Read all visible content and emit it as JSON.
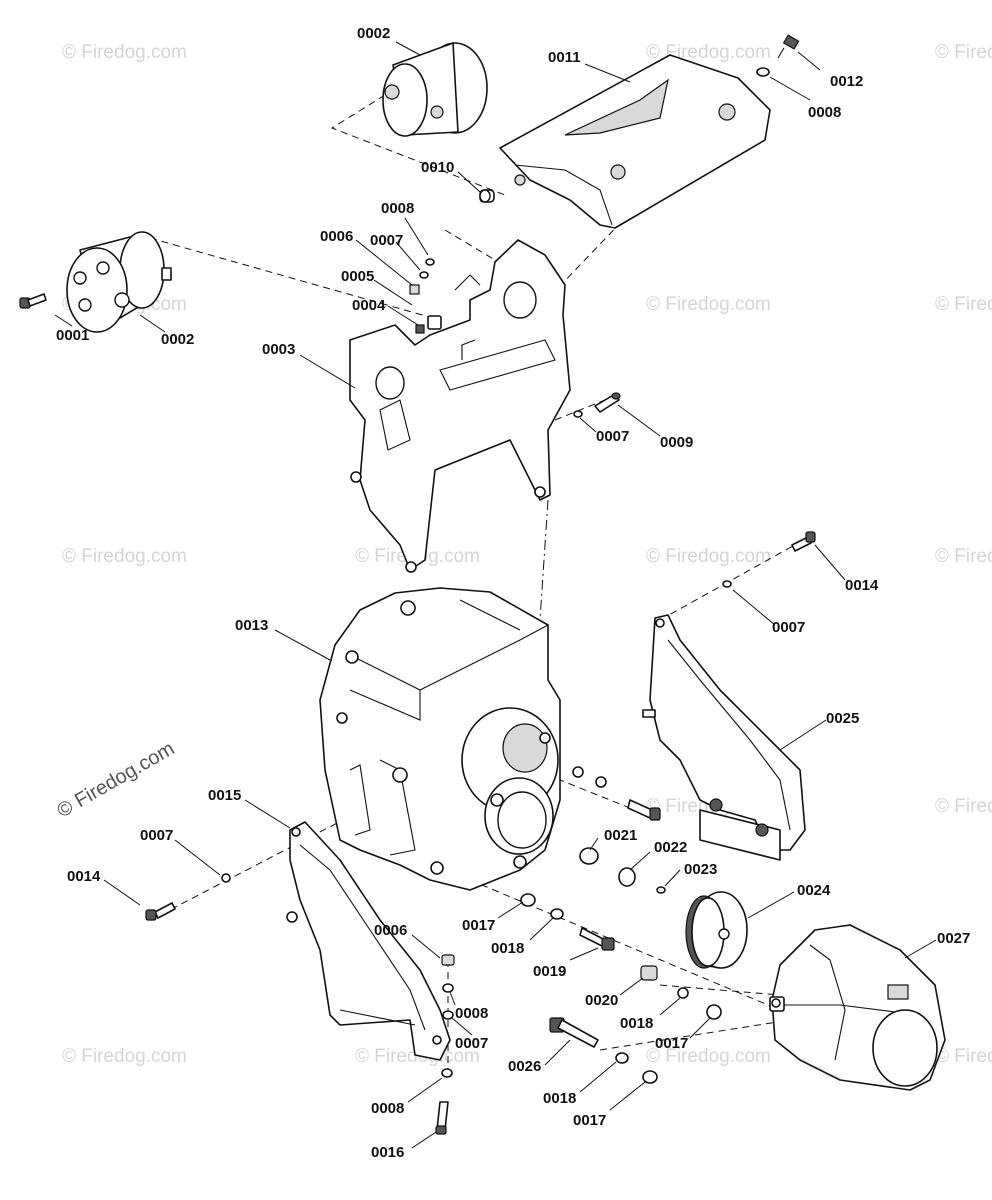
{
  "watermark": {
    "text": "© Firedog.com",
    "color": "#d6d6d6",
    "main_color": "#555555"
  },
  "callouts": {
    "c0001": "0001",
    "c0002_top": "0002",
    "c0002_left": "0002",
    "c0003": "0003",
    "c0004": "0004",
    "c0005": "0005",
    "c0006_top": "0006",
    "c0006_bottom": "0006",
    "c0007_top": "0007",
    "c0007_bracket": "0007",
    "c0007_right": "0007",
    "c0007_left": "0007",
    "c0007_bottom": "0007",
    "c0008_topright": "0008",
    "c0008_top": "0008",
    "c0008_bottom_a": "0008",
    "c0008_bottom_b": "0008",
    "c0009": "0009",
    "c0010": "0010",
    "c0011": "0011",
    "c0012": "0012",
    "c0013": "0013",
    "c0014_right": "0014",
    "c0014_left": "0014",
    "c0015": "0015",
    "c0016": "0016",
    "c0017_a": "0017",
    "c0017_b": "0017",
    "c0017_c": "0017",
    "c0018_a": "0018",
    "c0018_b": "0018",
    "c0018_c": "0018",
    "c0019": "0019",
    "c0020": "0020",
    "c0021": "0021",
    "c0022": "0022",
    "c0023": "0023",
    "c0024": "0024",
    "c0025": "0025",
    "c0026": "0026",
    "c0027": "0027"
  }
}
